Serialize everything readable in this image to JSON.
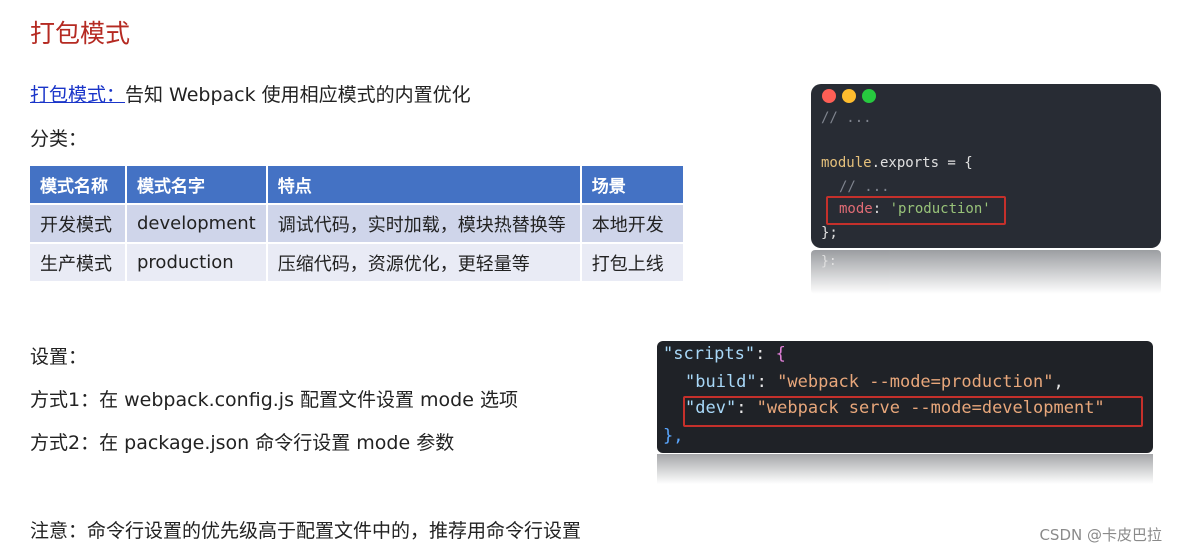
{
  "title": "打包模式",
  "intro": {
    "link": "打包模式：",
    "text": "告知 Webpack 使用相应模式的内置优化"
  },
  "category_label": "分类：",
  "table": {
    "headers": [
      "模式名称",
      "模式名字",
      "特点",
      "场景"
    ],
    "rows": [
      [
        "开发模式",
        "development",
        "调试代码，实时加载，模块热替换等",
        "本地开发"
      ],
      [
        "生产模式",
        "production",
        "压缩代码，资源优化，更轻量等",
        "打包上线"
      ]
    ]
  },
  "settings_label": "设置：",
  "way1": "方式1：在 webpack.config.js 配置文件设置 mode 选项",
  "way2": "方式2：在 package.json 命令行设置 mode 参数",
  "note": "注意：命令行设置的优先级高于配置文件中的，推荐用命令行设置",
  "code1": {
    "comment1": "// ...",
    "module_kw": "module",
    "exports_rest": ".exports = {",
    "comment2": "// ...",
    "mode_key": "mode",
    "mode_sep": ": ",
    "mode_value": "'production'",
    "close": "};",
    "ghost": "}:"
  },
  "code2": {
    "scripts_key": "\"scripts\"",
    "build_key": "\"build\"",
    "build_value": "\"webpack --mode=production\"",
    "dev_key": "\"dev\"",
    "dev_value": "\"webpack serve --mode=development\"",
    "close": "},"
  },
  "watermark": "CSDN @卡皮巴拉",
  "colors": {
    "title": "#b52a22",
    "table_header": "#4472c4",
    "highlight_box": "#c5302b"
  }
}
